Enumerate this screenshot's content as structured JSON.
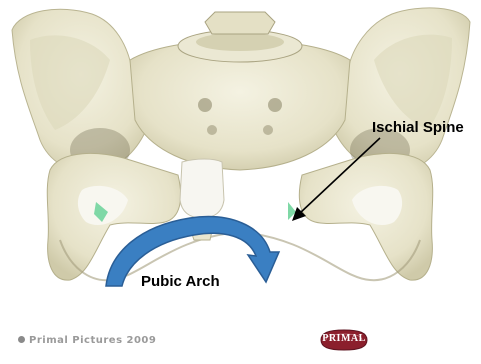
{
  "image": {
    "subject": "pelvis-bone-model",
    "colors": {
      "bone": "#e9e6cf",
      "bone_shadow": "#c9c5a4",
      "cartilage": "#ffffff",
      "arrow": "#3a7fc2",
      "arrow_edge": "#2a5e96",
      "muscle_hint": "#7fd8a6",
      "background": "#ffffff"
    }
  },
  "annotations": {
    "ischial_spine": "Ischial Spine",
    "pubic_arch": "Pubic Arch"
  },
  "footer": {
    "copyright": "Primal Pictures 2009",
    "logo_text": "PRIMAL",
    "logo_color": "#8b1f2c"
  }
}
